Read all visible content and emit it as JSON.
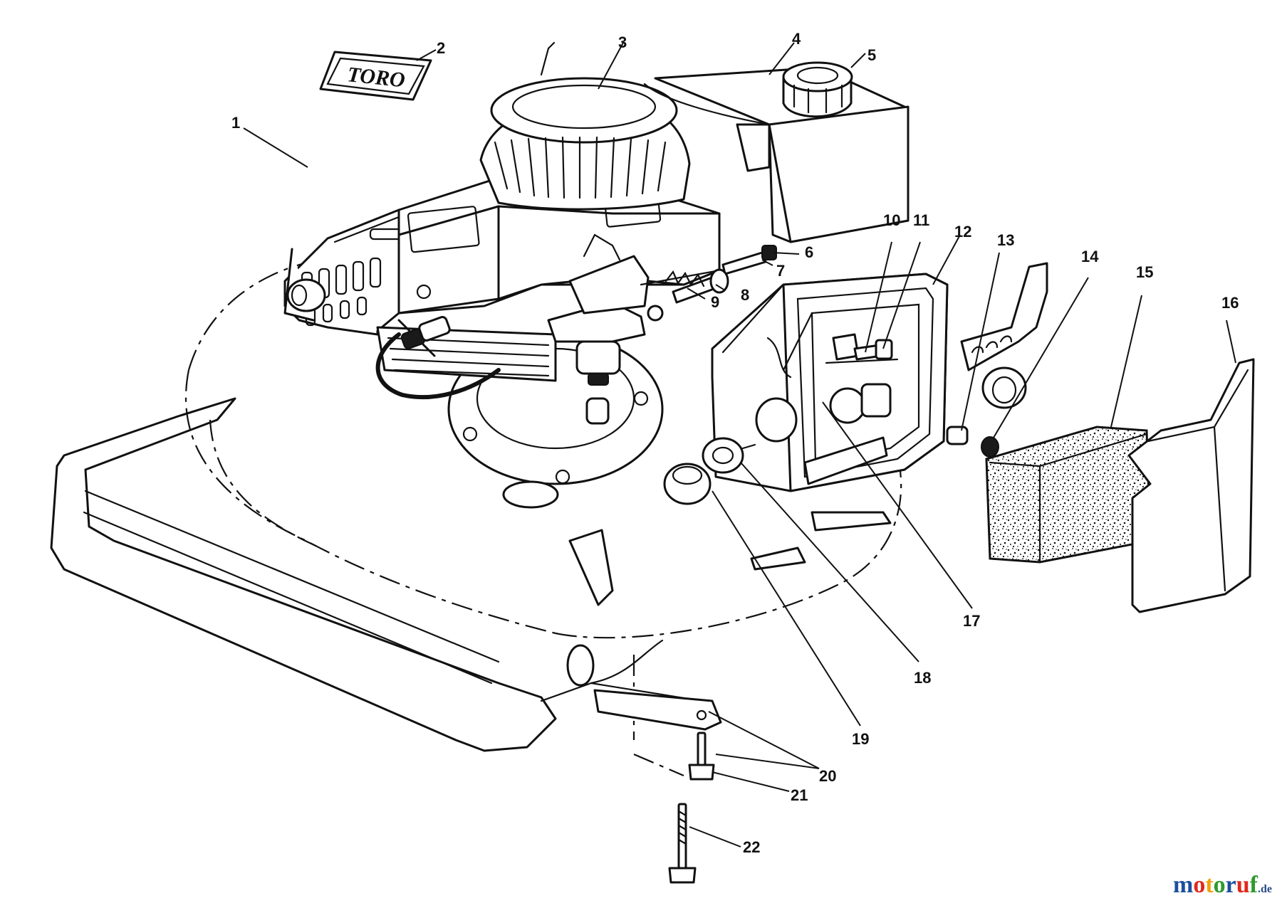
{
  "brand_decal": "TORO",
  "watermark": {
    "letters": [
      {
        "ch": "m",
        "color": "#1c4f9c"
      },
      {
        "ch": "o",
        "color": "#e0281c"
      },
      {
        "ch": "t",
        "color": "#f2a20c"
      },
      {
        "ch": "o",
        "color": "#2c9a2a"
      },
      {
        "ch": "r",
        "color": "#1c4f9c"
      },
      {
        "ch": "u",
        "color": "#e0281c"
      },
      {
        "ch": "f",
        "color": "#2c9a2a"
      }
    ],
    "suffix": ".de"
  },
  "callouts": [
    "1",
    "2",
    "3",
    "4",
    "5",
    "6",
    "7",
    "8",
    "9",
    "10",
    "11",
    "12",
    "13",
    "14",
    "15",
    "16",
    "17",
    "18",
    "19",
    "20",
    "21",
    "22"
  ]
}
